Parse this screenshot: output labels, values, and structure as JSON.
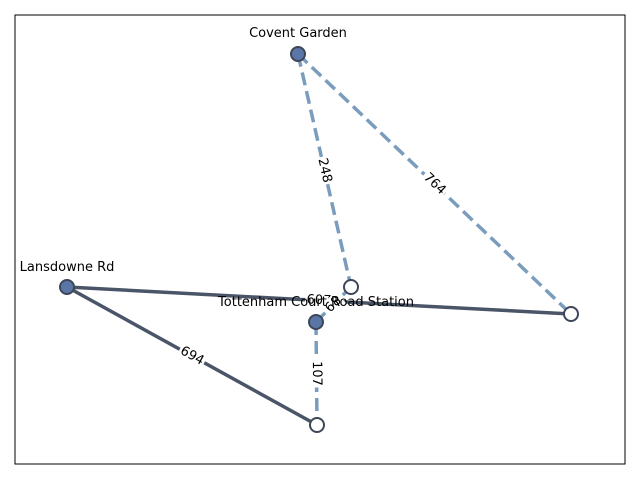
{
  "diagram": {
    "colors": {
      "solid_edge": "#4a5568",
      "dashed_edge": "#7b9dbd",
      "filled_node": "#5a76a6",
      "node_stroke": "#3d4759",
      "hollow_node": "#ffffff"
    },
    "nodes": [
      {
        "id": "cg",
        "label": "Covent Garden",
        "style": "filled"
      },
      {
        "id": "lr",
        "label": "Lansdowne Rd",
        "style": "filled"
      },
      {
        "id": "tcr",
        "label": "Tottenham Court Road Station",
        "style": "filled"
      },
      {
        "id": "n4",
        "label": "",
        "style": "hollow"
      },
      {
        "id": "n5",
        "label": "",
        "style": "hollow"
      },
      {
        "id": "n6",
        "label": "",
        "style": "hollow"
      }
    ],
    "edges": [
      {
        "from": "cg",
        "to": "n4",
        "label": "248",
        "style": "dashed"
      },
      {
        "from": "cg",
        "to": "n5",
        "label": "764",
        "style": "dashed"
      },
      {
        "from": "lr",
        "to": "n5",
        "label": "607",
        "style": "solid"
      },
      {
        "from": "lr",
        "to": "n6",
        "label": "694",
        "style": "solid"
      },
      {
        "from": "tcr",
        "to": "n6",
        "label": "107",
        "style": "dashed"
      },
      {
        "from": "tcr",
        "to": "n4",
        "label": "68",
        "style": "dashed"
      }
    ]
  }
}
